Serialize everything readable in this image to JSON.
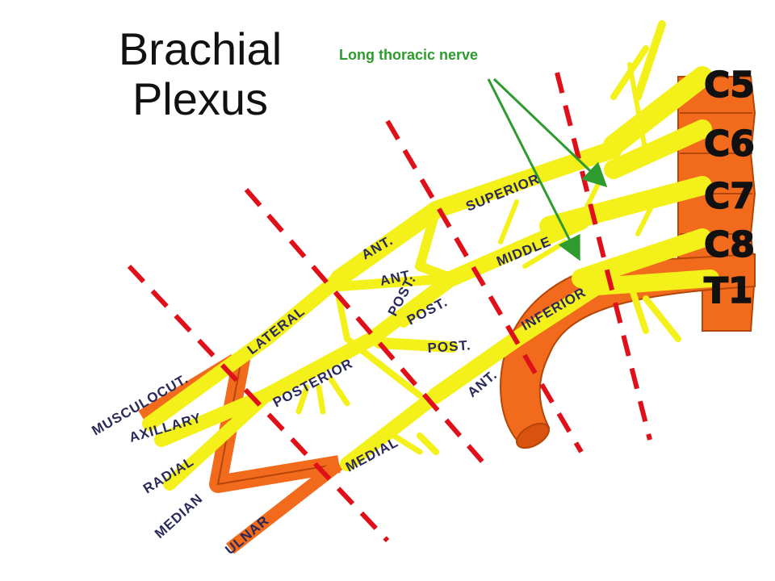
{
  "title": {
    "line1": "Brachial",
    "line2": "Plexus"
  },
  "annotation": {
    "long_thoracic": "Long thoracic nerve",
    "color": "#2e9b2e"
  },
  "roots": [
    "C5",
    "C6",
    "C7",
    "C8",
    "T1"
  ],
  "trunks": {
    "superior": "SUPERIOR",
    "middle": "MIDDLE",
    "inferior": "INFERIOR"
  },
  "divisions": {
    "ant_1": "ANT.",
    "ant_2": "ANT.",
    "ant_3": "ANT.",
    "post_1": "POST.",
    "post_2": "POST.",
    "post_3": "POST."
  },
  "cords": {
    "lateral": "LATERAL",
    "posterior": "POSTERIOR",
    "medial": "MEDIAL"
  },
  "branches": {
    "musculocut": "MUSCULOCUT.",
    "axillary": "AXILLARY",
    "radial": "RADIAL",
    "median": "MEDIAN",
    "ulnar": "ULNAR"
  },
  "colors": {
    "nerve": "#f4f01a",
    "nerve_outline": "#b9b400",
    "artery": "#f26b1d",
    "artery_outline": "#b44608",
    "divider": "#e0101a",
    "arrow": "#2e9b2e"
  }
}
